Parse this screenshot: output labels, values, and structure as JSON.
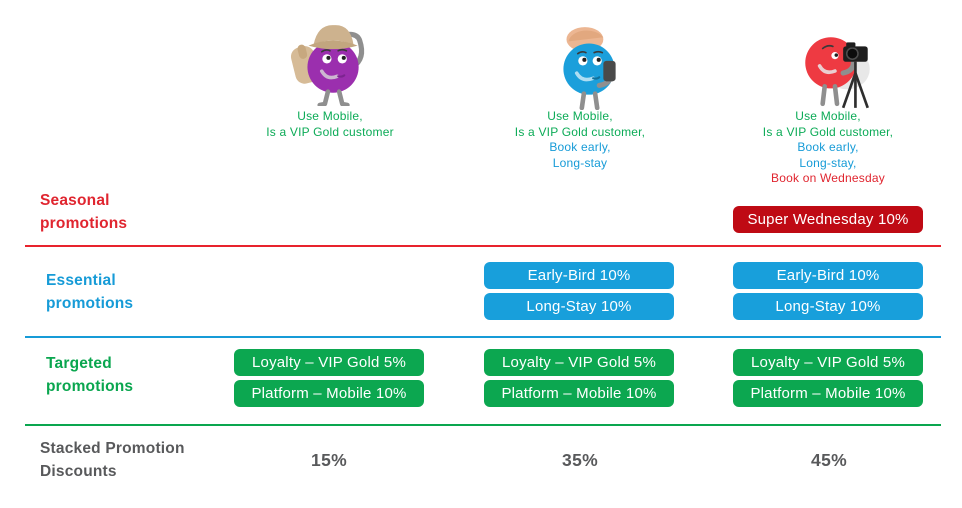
{
  "diagram": {
    "row_labels": {
      "seasonal": {
        "line1": "Seasonal",
        "line2": "promotions"
      },
      "essential": {
        "line1": "Essential",
        "line2": "promotions"
      },
      "targeted": {
        "line1": "Targeted",
        "line2": "promotions"
      },
      "stacked": {
        "line1": "Stacked Promotion",
        "line2": "Discounts"
      }
    },
    "badges": {
      "super_wednesday": "Super Wednesday 10%",
      "early_bird": "Early-Bird 10%",
      "long_stay": "Long-Stay 10%",
      "loyalty": "Loyalty – VIP Gold 5%",
      "platform": "Platform – Mobile 10%"
    },
    "columns": [
      {
        "persona_icon": "traveler-backpack-character",
        "traits": [
          {
            "text": "Use Mobile,",
            "color": "green"
          },
          {
            "text": "Is a VIP Gold customer",
            "color": "green"
          }
        ],
        "stacked_discount": "15%"
      },
      {
        "persona_icon": "mobile-phone-character",
        "traits": [
          {
            "text": "Use Mobile,",
            "color": "green"
          },
          {
            "text": "Is a VIP Gold customer,",
            "color": "green"
          },
          {
            "text": "Book early,",
            "color": "blue"
          },
          {
            "text": "Long-stay",
            "color": "blue"
          }
        ],
        "stacked_discount": "35%"
      },
      {
        "persona_icon": "photographer-character",
        "traits": [
          {
            "text": "Use Mobile,",
            "color": "green"
          },
          {
            "text": "Is a VIP Gold customer,",
            "color": "green"
          },
          {
            "text": "Book early,",
            "color": "blue"
          },
          {
            "text": "Long-stay,",
            "color": "blue"
          },
          {
            "text": "Book on Wednesday",
            "color": "red"
          }
        ],
        "stacked_discount": "45%"
      }
    ],
    "colors": {
      "seasonal_red": "#e0252f",
      "seasonal_badge_red": "#bf0a14",
      "essential_blue": "#169bd7",
      "targeted_green": "#0aa64f",
      "trait_green": "#0cab57",
      "stacked_gray": "#58595b",
      "character_purple": "#9b2fae",
      "character_blue": "#1b9fdb",
      "character_red": "#ee3a42"
    }
  }
}
